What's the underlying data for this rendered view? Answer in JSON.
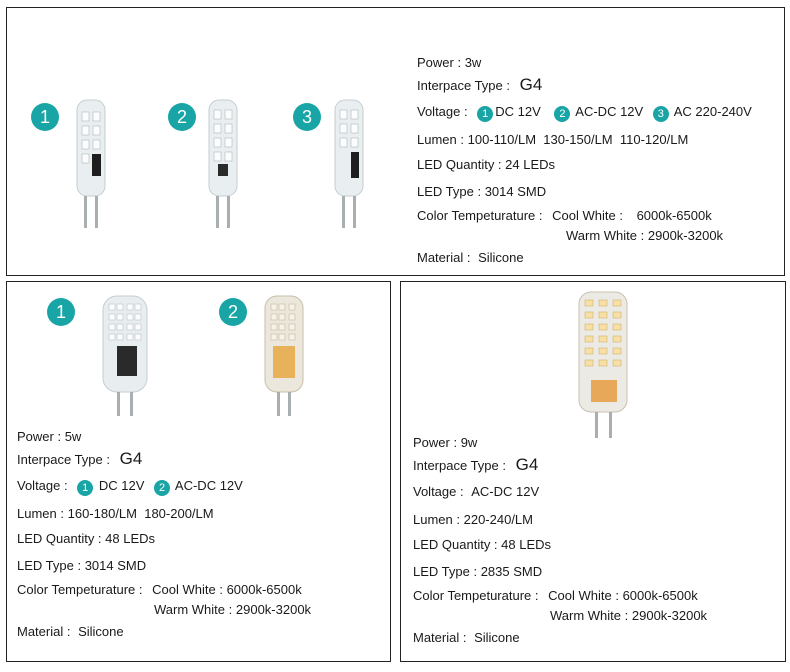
{
  "top": {
    "power_label": "Power :",
    "power_value": "3w",
    "interface_label": "Interpace Type :",
    "interface_value": "G4",
    "voltage_label": "Voltage :",
    "voltage_options": [
      {
        "badge": "1",
        "value": "DC 12V"
      },
      {
        "badge": "2",
        "value": "AC-DC 12V"
      },
      {
        "badge": "3",
        "value": "AC 220-240V"
      }
    ],
    "lumen_label": "Lumen :",
    "lumen_value": "100-110/LM  130-150/LM  110-120/LM",
    "qty_label": "LED Quantity :",
    "qty_value": "24 LEDs",
    "type_label": "LED Type :",
    "type_value": "3014 SMD",
    "color_label": "Color Tempeturature :",
    "cool_label": "Cool White :",
    "cool_value": "6000k-6500k",
    "warm_label": "Warm White :",
    "warm_value": "2900k-3200k",
    "material_label": "Material :",
    "material_value": "Silicone",
    "bulbs": [
      {
        "badge": "1"
      },
      {
        "badge": "2"
      },
      {
        "badge": "3"
      }
    ]
  },
  "bottom_left": {
    "power_label": "Power :",
    "power_value": "5w",
    "interface_label": "Interpace Type :",
    "interface_value": "G4",
    "voltage_label": "Voltage :",
    "voltage_options": [
      {
        "badge": "1",
        "value": "DC 12V"
      },
      {
        "badge": "2",
        "value": "AC-DC 12V"
      }
    ],
    "lumen_label": "Lumen :",
    "lumen_value": "160-180/LM  180-200/LM",
    "qty_label": "LED Quantity :",
    "qty_value": "48 LEDs",
    "type_label": "LED Type :",
    "type_value": "3014 SMD",
    "color_label": "Color Tempeturature :",
    "cool_label": "Cool White :",
    "cool_value": "6000k-6500k",
    "warm_label": "Warm White :",
    "warm_value": "2900k-3200k",
    "material_label": "Material :",
    "material_value": "Silicone",
    "bulbs": [
      {
        "badge": "1"
      },
      {
        "badge": "2"
      }
    ]
  },
  "bottom_right": {
    "power_label": "Power :",
    "power_value": "9w",
    "interface_label": "Interpace Type :",
    "interface_value": "G4",
    "voltage_label": "Voltage :",
    "voltage_value": "AC-DC 12V",
    "lumen_label": "Lumen :",
    "lumen_value": "220-240/LM",
    "qty_label": "LED Quantity :",
    "qty_value": "48 LEDs",
    "type_label": "LED Type :",
    "type_value": "2835 SMD",
    "color_label": "Color Tempeturature :",
    "cool_label": "Cool White :",
    "cool_value": "6000k-6500k",
    "warm_label": "Warm White :",
    "warm_value": "2900k-3200k",
    "material_label": "Material :",
    "material_value": "Silicone"
  },
  "colors": {
    "badge": "#19a5a5",
    "border": "#222222",
    "led_cool": "#f2f7f7",
    "led_warm": "#f7d08a"
  }
}
